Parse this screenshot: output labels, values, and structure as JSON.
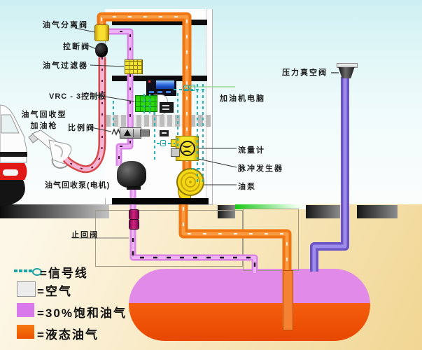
{
  "diagram": {
    "labels": {
      "separator_valve": "油气分离阀",
      "breakaway_valve": "拉断阀",
      "vapor_filter": "油气过滤器",
      "control_board": "VRC - 3控制板",
      "nozzle_line1": "油气回收型",
      "nozzle_line2": "加油枪",
      "proportional_valve": "比例阀",
      "recovery_pump": "油气回收泵(电机)",
      "check_valve": "止回阀",
      "dispenser_computer": "加油机电脑",
      "pressure_vacuum_valve": "压力真空阀 —",
      "flow_meter": "流量计",
      "pulse_generator": "脉冲发生器",
      "oil_pump": "油泵"
    },
    "legend": [
      {
        "key": "signal_line",
        "label": "=信号线",
        "color": "#1da5a5"
      },
      {
        "key": "air",
        "label": "=空气",
        "color": "#ececec"
      },
      {
        "key": "saturated_vapor_30pct",
        "label": "=30%饱和油气",
        "color": "#d978ea"
      },
      {
        "key": "liquid_fuel",
        "label": "=液态油气",
        "color": "#f06a0a"
      }
    ],
    "colors": {
      "liquid_pipe": "#ef7612",
      "vapor_return_pipe": "#da84e6",
      "vent_pipe": "#6a53c6",
      "hose_outer": "#d84848",
      "hose_inner": "#f4b4d4",
      "signal": "#27b3b3",
      "component_yellow": "#f8df30",
      "board_green": "#2ed80e",
      "tank_vapor": "#e18ae8",
      "tank_liquid": "#f55f0e"
    }
  }
}
